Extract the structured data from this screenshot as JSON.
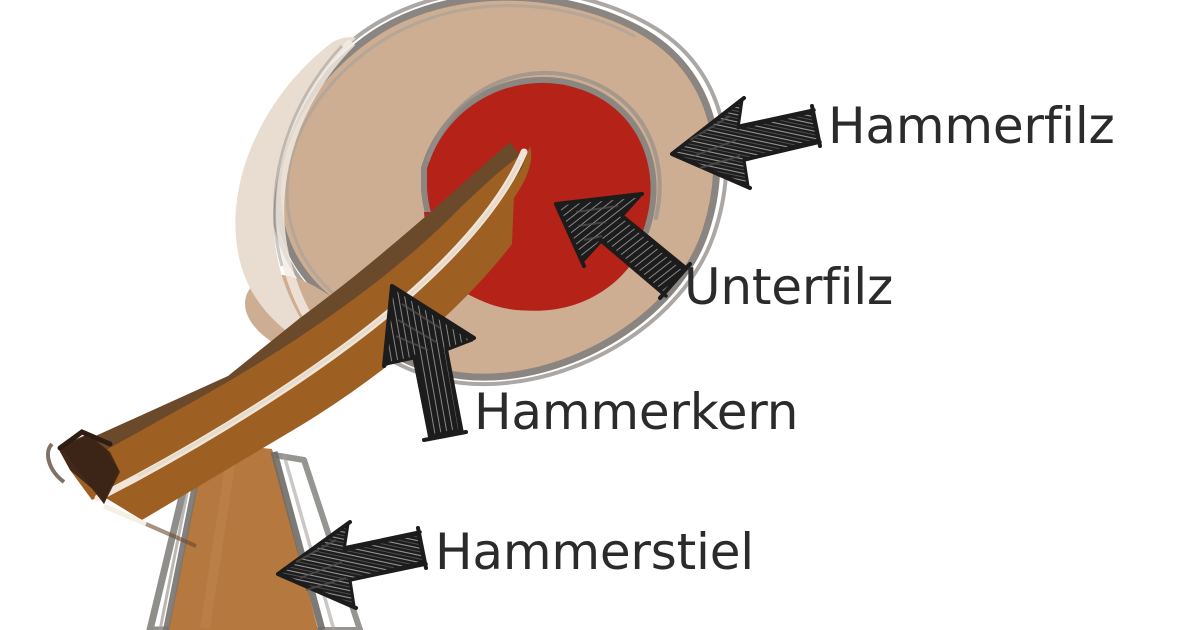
{
  "diagram": {
    "title": "Piano hammer anatomy (German labels)",
    "background_color": "#ffffff",
    "text_color": "#2b2b2b",
    "labels": [
      {
        "id": "hammerfilz",
        "text": "Hammerfilz",
        "icon": "sketch-arrow-left-icon",
        "points_to": "outer-felt-layer"
      },
      {
        "id": "unterfilz",
        "text": "Unterfilz",
        "icon": "sketch-arrow-up-left-icon",
        "points_to": "under-felt-red-layer"
      },
      {
        "id": "hammerkern",
        "text": "Hammerkern",
        "icon": "sketch-arrow-up-icon",
        "points_to": "hammer-core-wood"
      },
      {
        "id": "hammerstiel",
        "text": "Hammerstiel",
        "icon": "sketch-arrow-left-low-icon",
        "points_to": "hammer-shank"
      }
    ],
    "parts": [
      {
        "id": "outer-felt-layer",
        "name": "Hammerfilz",
        "color": "#cdae92"
      },
      {
        "id": "outer-felt-highlight",
        "name": "Filz-Glanz",
        "color": "#e8ddd0"
      },
      {
        "id": "under-felt-red-layer",
        "name": "Unterfilz",
        "color": "#b52218"
      },
      {
        "id": "hammer-core-wood",
        "name": "Hammerkern",
        "color": "#a0601f"
      },
      {
        "id": "core-top-shadow",
        "name": "Kernschatten",
        "color": "#6b4a2c"
      },
      {
        "id": "core-dark-tip",
        "name": "Kernspitze",
        "color": "#44291a"
      },
      {
        "id": "hammer-shank",
        "name": "Hammerstiel",
        "color": "#b5783f"
      },
      {
        "id": "sketch-outline",
        "name": "Skizzenlinie",
        "color": "#8a8580"
      },
      {
        "id": "arrow-ink",
        "name": "Pfeiltinte",
        "color": "#1c1c1c"
      }
    ]
  }
}
